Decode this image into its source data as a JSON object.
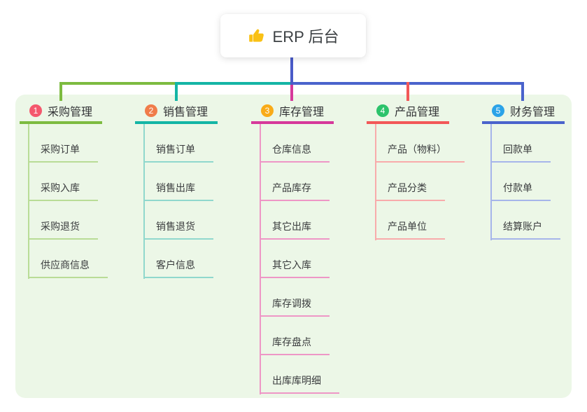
{
  "root": {
    "label": "ERP 后台",
    "icon": "thumbs-up-icon"
  },
  "colors": {
    "panel_bg": "#ecf7e7",
    "root_connector": "#4a5bc8",
    "card_bg": "#ffffff",
    "title_text": "#333437",
    "child_text": "#3a3c3e"
  },
  "branches": [
    {
      "index": "1",
      "label": "采购管理",
      "badge_color": "#f4586d",
      "line_color": "#7dbb40",
      "light_line_color": "#b9dc96",
      "children": [
        "采购订单",
        "采购入库",
        "采购退货",
        "供应商信息"
      ]
    },
    {
      "index": "2",
      "label": "销售管理",
      "badge_color": "#f07c4a",
      "line_color": "#14b5a5",
      "light_line_color": "#90d8cd",
      "children": [
        "销售订单",
        "销售出库",
        "销售退货",
        "客户信息"
      ]
    },
    {
      "index": "3",
      "label": "库存管理",
      "badge_color": "#f9ab18",
      "line_color": "#d6399b",
      "light_line_color": "#ee96c6",
      "children": [
        "仓库信息",
        "产品库存",
        "其它出库",
        "其它入库",
        "库存调拨",
        "库存盘点",
        "出库库明细"
      ]
    },
    {
      "index": "4",
      "label": "产品管理",
      "badge_color": "#2cc36b",
      "line_color": "#f25858",
      "light_line_color": "#f8abab",
      "children": [
        "产品（物料）",
        "产品分类",
        "产品单位"
      ]
    },
    {
      "index": "5",
      "label": "财务管理",
      "badge_color": "#2ba3e8",
      "line_color": "#4a63cc",
      "light_line_color": "#a6b5ea",
      "children": [
        "回款单",
        "付款单",
        "结算账户"
      ]
    }
  ]
}
